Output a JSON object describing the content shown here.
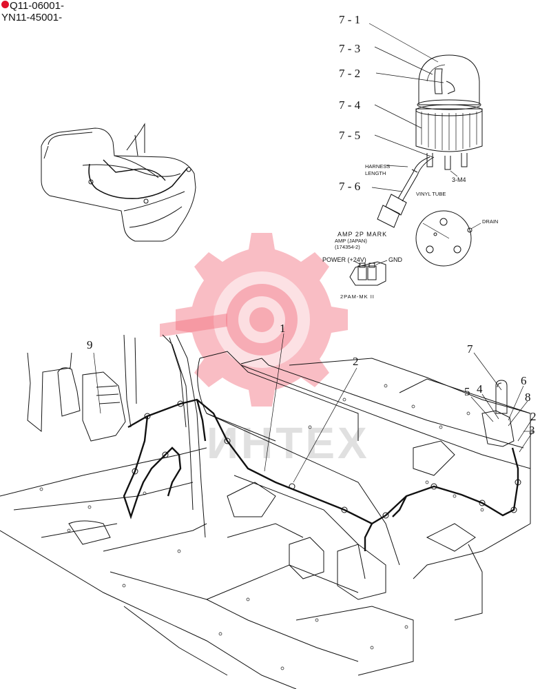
{
  "serial": {
    "line1": "Q11-06001-",
    "line2": "YN11-45001-",
    "marker_color": "#e0102a"
  },
  "detail_callouts": [
    "7 - 1",
    "7 - 3",
    "7 - 2",
    "7 - 4",
    "7 - 5",
    "7 - 6"
  ],
  "detail_labels": {
    "harness_length_1": "HARNESS",
    "harness_length_2": "LENGTH",
    "screw": "3-M4",
    "vinyl_tube": "VINYL TUBE",
    "mark": "AMP 2P MARK",
    "amp_1": "AMP (JAPAN)",
    "amp_2": "(174354-2)",
    "power": "POWER (+24V)",
    "gnd": "GND",
    "drain": "DRAIN",
    "connector_code": "2PAM-MK II"
  },
  "main_callouts": {
    "c1": "1",
    "c2": "2",
    "c9": "9",
    "c7": "7",
    "c5": "5",
    "c4": "4",
    "c6": "6",
    "c8": "8",
    "c2b": "2",
    "c3": "3"
  },
  "watermark": {
    "text": "ИНТЕХ",
    "color": "#f26d7d",
    "icon": "gear-logo-icon"
  }
}
